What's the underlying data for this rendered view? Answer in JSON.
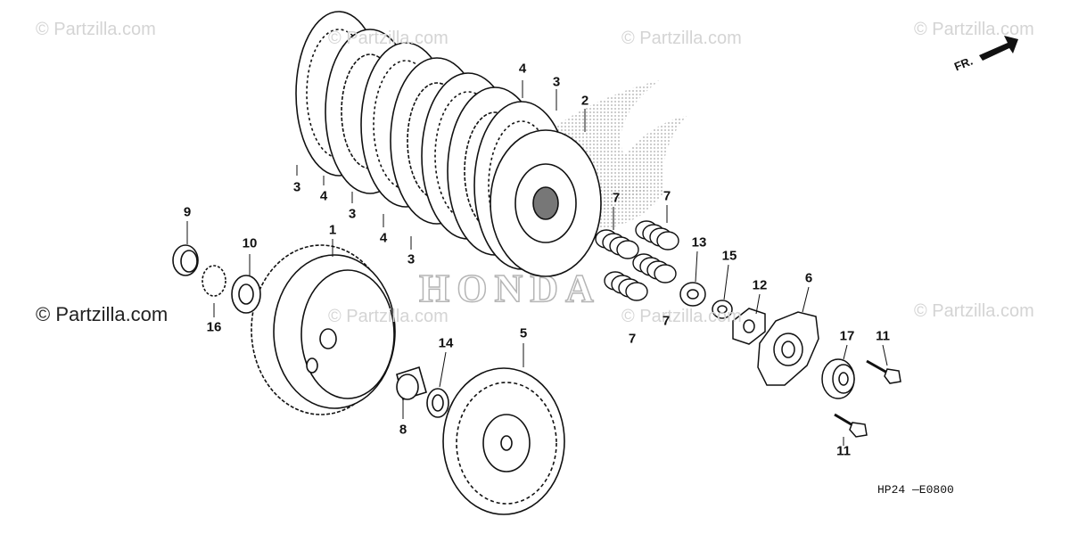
{
  "watermarks": {
    "faint": "© Partzilla.com",
    "strong": "© Partzilla.com"
  },
  "brand_text": "HONDA",
  "direction_label": "FR.",
  "reference_code": "HP24 —E0800",
  "callouts": [
    "3",
    "4",
    "3",
    "4",
    "3",
    "4",
    "3",
    "2",
    "9",
    "1",
    "10",
    "16",
    "14",
    "8",
    "5",
    "7",
    "7",
    "7",
    "7",
    "13",
    "15",
    "12",
    "6",
    "17",
    "11",
    "11"
  ],
  "colors": {
    "line": "#111111",
    "watermark": "#d4d4d4",
    "dots": "#9a9a9a"
  }
}
